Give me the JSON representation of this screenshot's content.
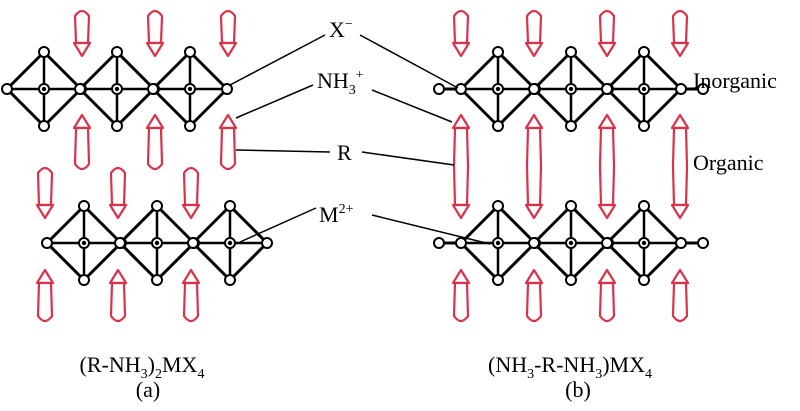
{
  "labels": {
    "x_anion": {
      "base": "X",
      "sup": "−"
    },
    "ammonium": {
      "base": "NH",
      "sub": "3",
      "sup": "+"
    },
    "r_group": "R",
    "metal": {
      "base": "M",
      "sup": "2+"
    },
    "inorganic": "Inorganic",
    "organic": "Organic"
  },
  "panels": [
    {
      "id": "a",
      "formula": {
        "p1": "(R-NH",
        "s1": "3",
        "p2": ")",
        "s2": "2",
        "p3": "MX",
        "s3": "4"
      },
      "tag": "(a)"
    },
    {
      "id": "b",
      "formula": {
        "p1": "(NH",
        "s1": "3",
        "p2": "-R-NH",
        "s2": "3",
        "p3": ")MX",
        "s3": "4"
      },
      "tag": "(b)"
    }
  ],
  "colors": {
    "octahedron": "#000000",
    "molecule": "#d8334a",
    "background": "#ffffff"
  }
}
